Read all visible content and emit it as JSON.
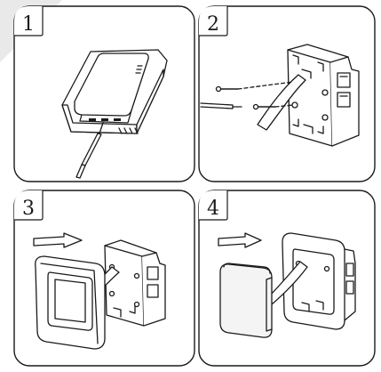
{
  "steps": [
    {
      "number": "1"
    },
    {
      "number": "2"
    },
    {
      "number": "3"
    },
    {
      "number": "4"
    }
  ],
  "colors": {
    "line": "#1a1a1a",
    "background": "#ffffff",
    "corner_wedge": "#e9e9e9",
    "device_fill": "#ffffff",
    "front_cover_fill": "#f4f4f4"
  }
}
